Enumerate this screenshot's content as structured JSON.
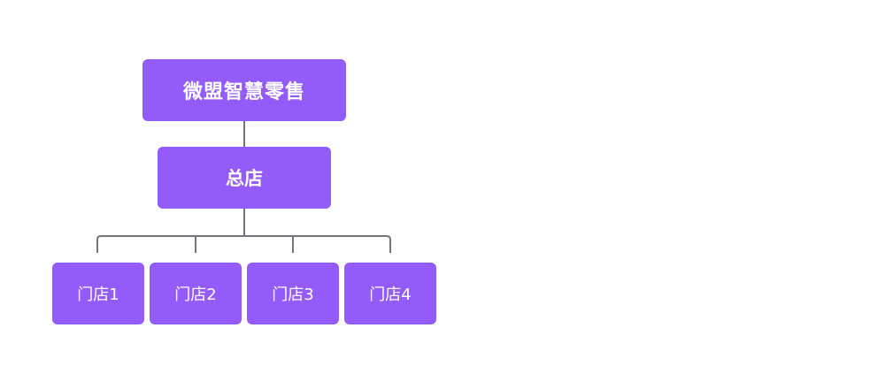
{
  "diagram": {
    "type": "org-chart",
    "colors": {
      "node_fill": "#935bfa",
      "node_text": "#ffffff",
      "connector": "#77727f"
    },
    "root": {
      "label": "微盟智慧零售"
    },
    "headquarters": {
      "label": "总店"
    },
    "stores": [
      {
        "label": "门店1"
      },
      {
        "label": "门店2"
      },
      {
        "label": "门店3"
      },
      {
        "label": "门店4"
      }
    ]
  }
}
